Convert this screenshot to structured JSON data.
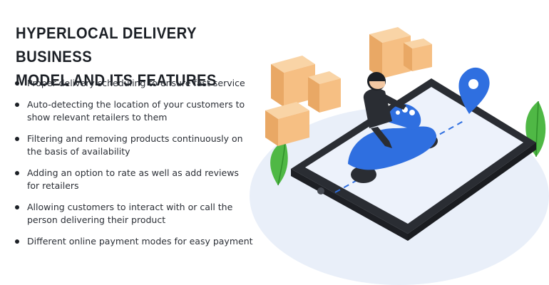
{
  "title_line1": "HYPERLOCAL DELIVERY BUSINESS",
  "title_line2": "MODEL AND ITS FEATURES",
  "features": [
    {
      "line1": "Proper delivery scheduling to ensure fast service",
      "line2": ""
    },
    {
      "line1": "Auto-detecting the location of your customers to",
      "line2": "show relevant retailers to them"
    },
    {
      "line1": "Filtering and removing products continuously on",
      "line2": "the basis of availability"
    },
    {
      "line1": "Adding an option to rate as well as add reviews",
      "line2": "for retailers"
    },
    {
      "line1": "Allowing customers to interact with or call the",
      "line2": "person delivering their product"
    },
    {
      "line1": "Different online payment modes for easy payment",
      "line2": ""
    }
  ],
  "colors": {
    "background": "#ffffff",
    "scooter": "#2f6fe0",
    "box": "#f7c089",
    "phone": "#2a2d33",
    "leaf": "#3fae3b",
    "circle": "#e8eef9"
  },
  "icons": [
    "map-pin-icon",
    "delivery-scooter-icon",
    "package-box-icon",
    "leaf-icon"
  ]
}
